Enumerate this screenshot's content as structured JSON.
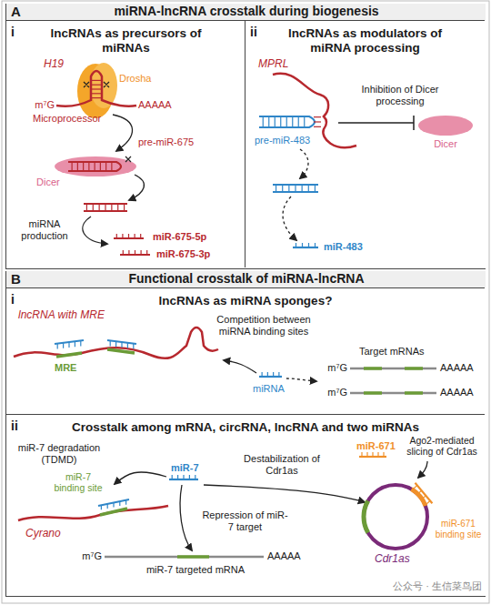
{
  "diagram": {
    "nodes": [
      {
        "text": [
          "A",
          "miRNA-lncRNA crosstalk during biogenesis"
        ]
      },
      {
        "text": [
          "i",
          "lncRNAs as precursors of miRNAs"
        ],
        "in": 0
      },
      {
        "text": [
          "ii",
          "lncRNAs as modulators of miRNA processing"
        ],
        "in": 0
      },
      {
        "text": [
          "B",
          "Functional crosstalk of miRNA-lncRNA"
        ]
      },
      {
        "text": [
          "i",
          "lncRNAs as miRNA sponges?"
        ],
        "in": 3
      },
      {
        "text": [
          "ii",
          "Crosstalk among mRNA, circRNA, lncRNA and two miRNAs"
        ],
        "in": 3
      }
    ],
    "labels": [
      "H19",
      "m⁷G",
      "Drosha",
      "AAAAA",
      "Microprocessor",
      "pre-miR-675",
      "Dicer",
      "miRNA production",
      "miR-675-5p",
      "miR-675-3p",
      "MPRL",
      "Inhibition of Dicer processing",
      "pre-miR-483",
      "Dicer",
      "miR-483",
      "lncRNA with MRE",
      "MRE",
      "Competition between miRNA binding sites",
      "miRNA",
      "Target mRNAs",
      "m⁷G",
      "AAAAA",
      "m⁷G",
      "AAAAA",
      "miR-7 degradation (TDMD)",
      "miR-7 binding site",
      "Cyrano",
      "miR-7",
      "Destabilization of Cdr1as",
      "Repression of miR-7 target",
      "m⁷G",
      "miR-7 targeted mRNA",
      "AAAAA",
      "miR-671",
      "Ago2-mediated slicing of Cdr1as",
      "miR-671 binding site",
      "Cdr1as",
      "公众号 · 生信菜鸟团"
    ]
  }
}
